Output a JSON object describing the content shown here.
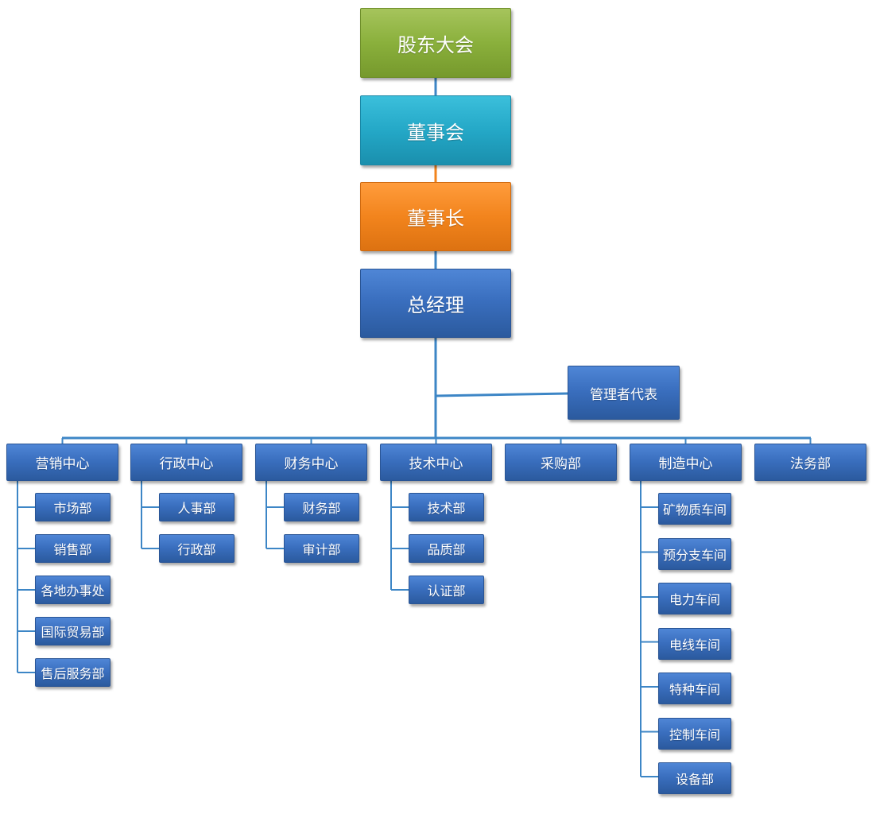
{
  "top_chain": {
    "shareholders": "股东大会",
    "board": "董事会",
    "chairman": "董事长",
    "general_manager": "总经理"
  },
  "management_representative": "管理者代表",
  "departments": [
    {
      "name": "营销中心",
      "children": [
        "市场部",
        "销售部",
        "各地办事处",
        "国际贸易部",
        "售后服务部"
      ]
    },
    {
      "name": "行政中心",
      "children": [
        "人事部",
        "行政部"
      ]
    },
    {
      "name": "财务中心",
      "children": [
        "财务部",
        "审计部"
      ]
    },
    {
      "name": "技术中心",
      "children": [
        "技术部",
        "品质部",
        "认证部"
      ]
    },
    {
      "name": "采购部",
      "children": []
    },
    {
      "name": "制造中心",
      "children": [
        "矿物质车间",
        "预分支车间",
        "电力车间",
        "电线车间",
        "特种车间",
        "控制车间",
        "设备部"
      ]
    },
    {
      "name": "法务部",
      "children": []
    }
  ],
  "colors": {
    "shareholders": "#8ab03c",
    "board": "#24a8c7",
    "chairman": "#f2841d",
    "blue_box": "#3a6fbf",
    "connector": "#3d86c6",
    "connector_orange": "#f2841d"
  }
}
